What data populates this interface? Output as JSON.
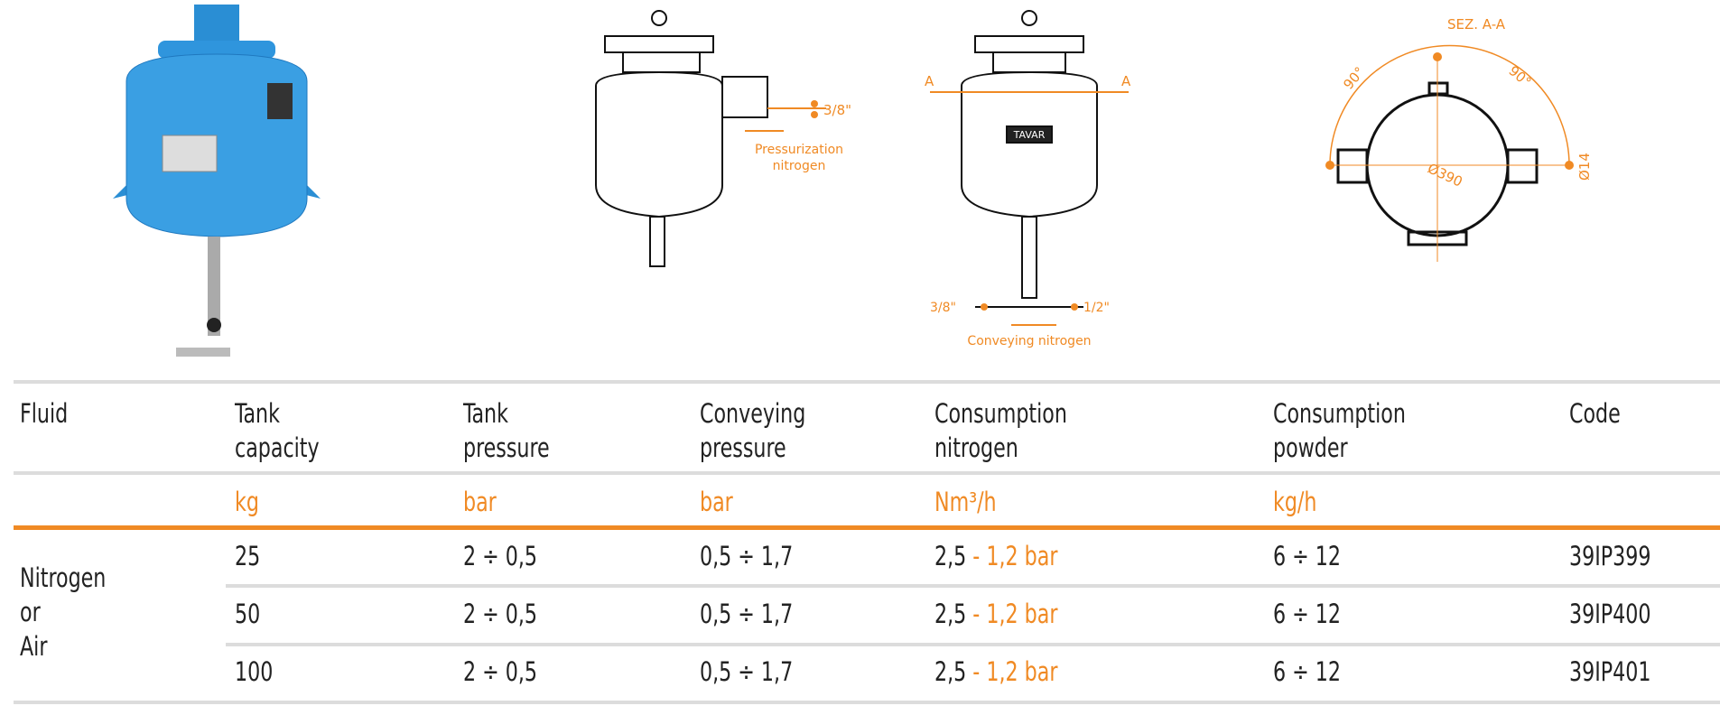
{
  "drawings": {
    "side_view": {
      "fitting": "3/8\"",
      "label_line1": "Pressurization",
      "label_line2": "nitrogen"
    },
    "front_view": {
      "section_mark": "A",
      "fitting_left": "3/8\"",
      "fitting_right": "1/2\"",
      "label": "Conveying nitrogen",
      "plate_text": "TAVAR"
    },
    "section": {
      "title": "SEZ. A-A",
      "angle_left": "90°",
      "angle_right": "90°",
      "diameter": "Ø390",
      "hole": "Ø14"
    }
  },
  "table": {
    "headers": [
      [
        "Fluid",
        ""
      ],
      [
        "Tank",
        "capacity"
      ],
      [
        "Tank",
        "pressure"
      ],
      [
        "Conveying",
        "pressure"
      ],
      [
        "Consumption",
        "nitrogen"
      ],
      [
        "Consumption",
        "powder"
      ],
      [
        "Code",
        ""
      ]
    ],
    "units": [
      "",
      "kg",
      "bar",
      "bar",
      "Nm³/h",
      "kg/h",
      ""
    ],
    "fluid": [
      "Nitrogen",
      "or",
      "Air"
    ],
    "rows": [
      {
        "capacity": "25",
        "tank_pressure": "2 ÷ 0,5",
        "conveying_pressure": "0,5 ÷ 1,7",
        "nitrogen_value": "2,5",
        "nitrogen_suffix": " - 1,2 bar",
        "powder": "6 ÷ 12",
        "code": "39IP399"
      },
      {
        "capacity": "50",
        "tank_pressure": "2 ÷ 0,5",
        "conveying_pressure": "0,5 ÷ 1,7",
        "nitrogen_value": "2,5",
        "nitrogen_suffix": " - 1,2 bar",
        "powder": "6 ÷ 12",
        "code": "39IP400"
      },
      {
        "capacity": "100",
        "tank_pressure": "2 ÷ 0,5",
        "conveying_pressure": "0,5 ÷ 1,7",
        "nitrogen_value": "2,5",
        "nitrogen_suffix": " - 1,2 bar",
        "powder": "6 ÷ 12",
        "code": "39IP401"
      }
    ]
  }
}
